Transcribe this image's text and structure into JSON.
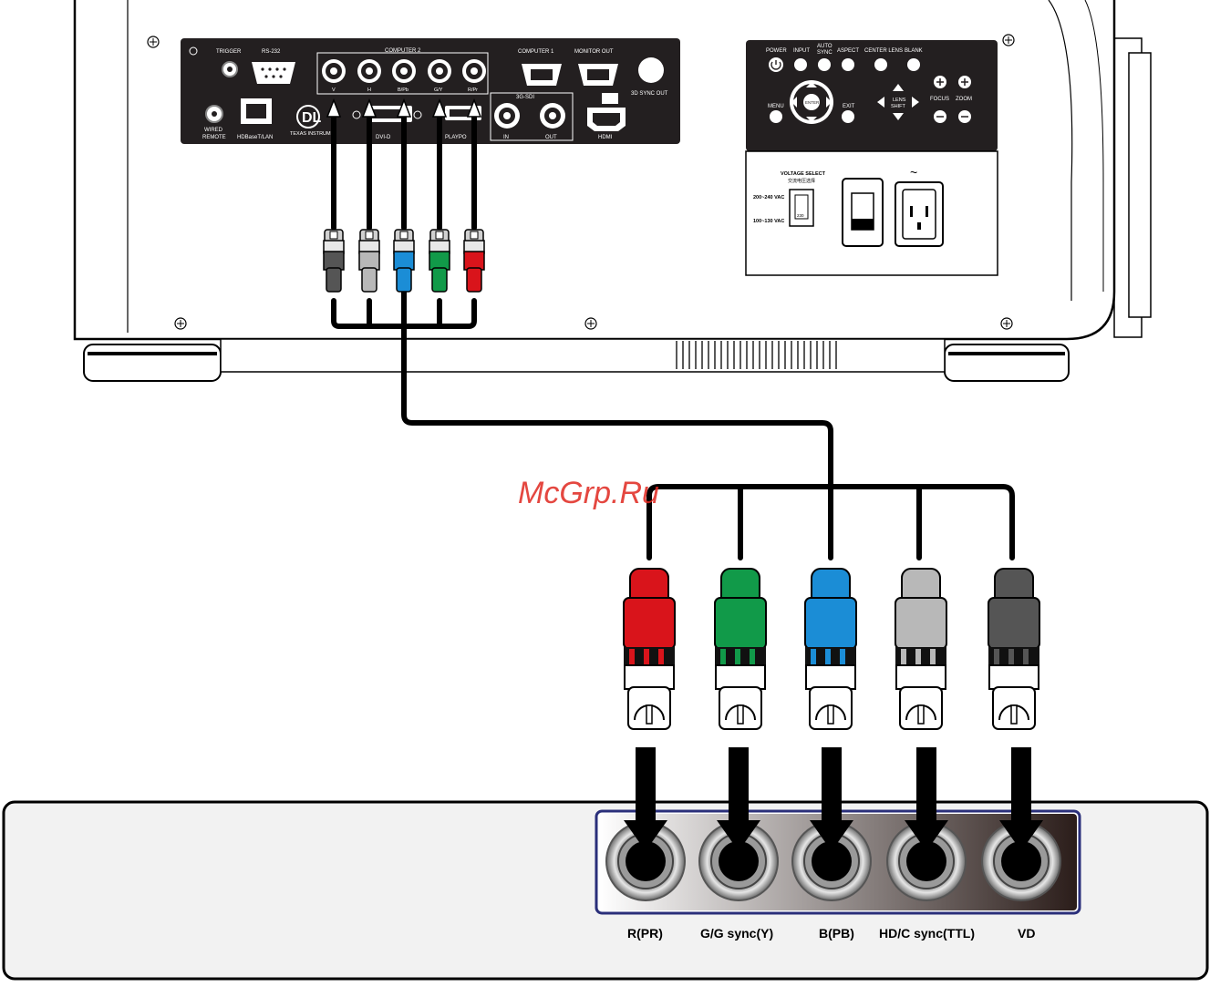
{
  "watermark": "McGrp.Ru",
  "projector": {
    "ports": {
      "trigger": "TRIGGER",
      "rs232": "RS-232",
      "computer2": "COMPUTER 2",
      "computer1": "COMPUTER 1",
      "monitor_out": "MONITOR OUT",
      "sync_out": "3D SYNC OUT",
      "sdi": "3G-SDI",
      "sdi_in": "IN",
      "sdi_out": "OUT",
      "hdmi": "HDMI",
      "wired_remote_1": "WIRED",
      "wired_remote_2": "REMOTE",
      "hdbaset": "HDBaseT/LAN",
      "dl_logo": "DL",
      "texas": "TEXAS INSTRUM",
      "dvi": "DVI-D",
      "displayport": "PLAYPO",
      "bnc_labels": [
        "V",
        "H",
        "B/Pb",
        "G/Y",
        "R/Pr"
      ]
    },
    "buttons": {
      "power": "POWER",
      "input": "INPUT",
      "auto_sync_1": "AUTO",
      "auto_sync_2": "SYNC",
      "aspect": "ASPECT",
      "center_lens": "CENTER LENS",
      "blank": "BLANK",
      "menu": "MENU",
      "enter": "ENTER",
      "exit": "EXIT",
      "lens_shift_1": "LENS",
      "lens_shift_2": "SHIFT",
      "focus": "FOCUS",
      "zoom": "ZOOM"
    },
    "power_panel": {
      "voltage_select_1": "VOLTAGE SELECT",
      "voltage_select_2": "交流电压选择",
      "range_high": "200~240 VAC",
      "range_low": "100~130 VAC",
      "switch_value": "230",
      "ac_symbol": "~"
    }
  },
  "source": {
    "jack_labels": [
      "R(PR)",
      "G/G sync(Y)",
      "B(PB)",
      "HD/C sync(TTL)",
      "VD"
    ]
  },
  "colors": {
    "red": "#d9141b",
    "green": "#119a49",
    "blue": "#1b8dd6",
    "light_gray": "#b8b8b8",
    "dark_gray": "#555555",
    "panel_dark": "#231f20",
    "source_panel_border": "#2a2f7a"
  }
}
